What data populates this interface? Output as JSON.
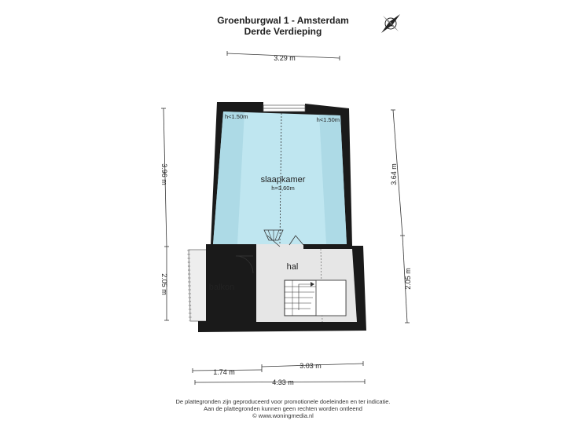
{
  "header": {
    "title": "Groenburgwal 1 - Amsterdam",
    "subtitle": "Derde Verdieping"
  },
  "compass": {
    "label": "N",
    "icon": "compass-rose-icon"
  },
  "rooms": {
    "slaapkamer": {
      "name": "slaapkamer",
      "height": "h=3,60m",
      "low_left": "h<1.50m",
      "low_right": "h<1.50m"
    },
    "hal": {
      "name": "hal"
    },
    "balkon": {
      "name": "balkon"
    }
  },
  "dimensions": {
    "top": "3.29 m",
    "left_upper": "3.96 m",
    "left_lower": "2.05 m",
    "right_upper": "3.64 m",
    "right_lower": "2.05 m",
    "bottom_left": "1.74 m",
    "bottom_right": "3.03 m",
    "bottom_total": "4.33 m"
  },
  "footer": {
    "line1": "De plattegronden zijn geproduceerd voor promotionele doeleinden en ter indicatie.",
    "line2": "Aan de plattegronden kunnen geen rechten worden ontleend",
    "line3": "© www.woningmedia.nl"
  },
  "colors": {
    "wall": "#1a1a1a",
    "bedroom": "#bfe6f0",
    "bedroom_slope": "#a9d7e3",
    "hall": "#e6e6e6",
    "balcony": "#eeeeee"
  }
}
